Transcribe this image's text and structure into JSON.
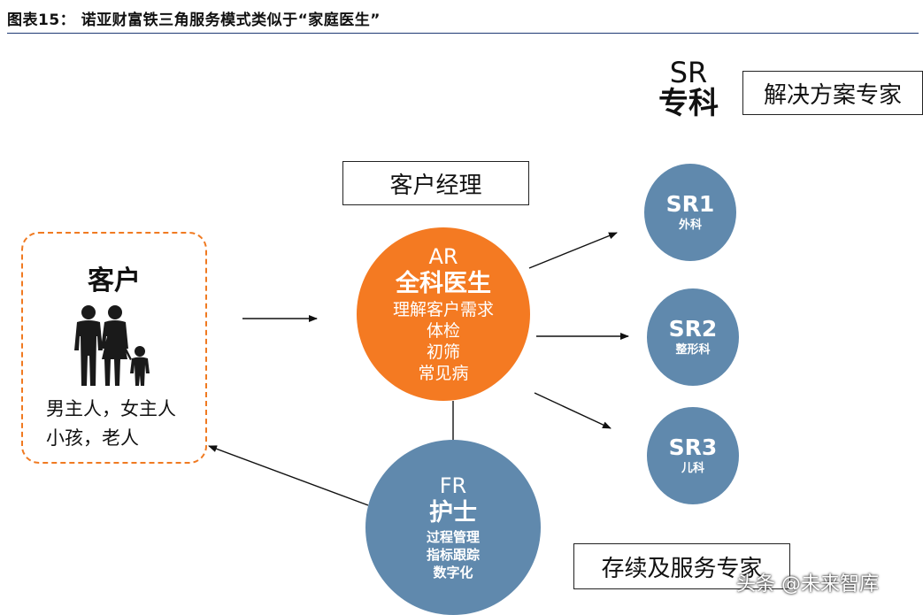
{
  "header": {
    "title": "图表15：  诺亚财富铁三角服务模式类似于“家庭医生”"
  },
  "customer": {
    "title": "客户",
    "members_line1": "男主人，女主人",
    "members_line2": "小孩，老人",
    "icon": "family-icon"
  },
  "account_manager_label": "客户经理",
  "sr_header": {
    "line1": "SR",
    "line2": "专科"
  },
  "solution_expert_label": "解决方案专家",
  "continuing_service_label": "存续及服务专家",
  "ar": {
    "code": "AR",
    "name": "全科医生",
    "duties": [
      "理解客户需求",
      "体检",
      "初筛",
      "常见病"
    ],
    "color": "#f47a22"
  },
  "fr": {
    "code": "FR",
    "name": "护士",
    "duties": [
      "过程管理",
      "指标跟踪",
      "数字化"
    ],
    "color": "#6089ad"
  },
  "specialists": [
    {
      "code": "SR1",
      "dept": "外科"
    },
    {
      "code": "SR2",
      "dept": "整形科"
    },
    {
      "code": "SR3",
      "dept": "儿科"
    }
  ],
  "watermark": "头条 @未来智库"
}
